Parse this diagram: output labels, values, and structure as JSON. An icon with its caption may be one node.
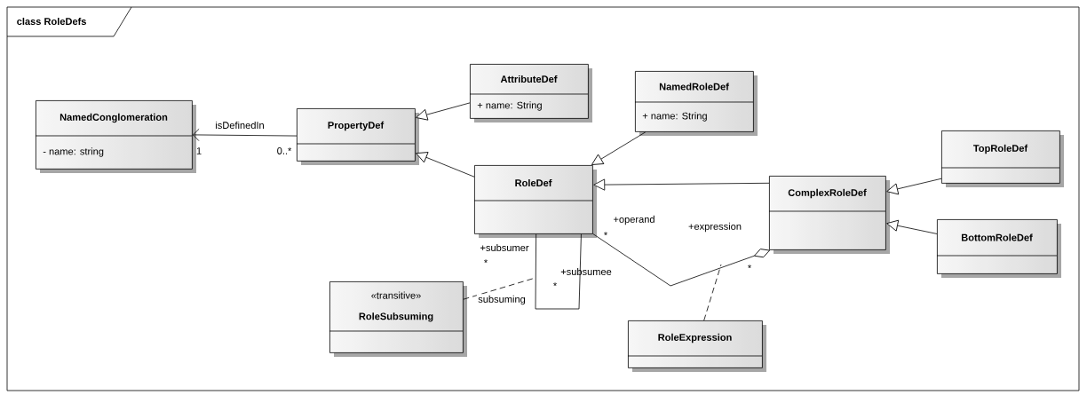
{
  "diagram": {
    "title": "class RoleDefs",
    "nodes": [
      {
        "text": [
          "NamedConglomeration",
          "- name: string"
        ]
      },
      {
        "text": [
          "PropertyDef"
        ]
      },
      {
        "text": [
          "AttributeDef",
          "+ name: String"
        ]
      },
      {
        "text": [
          "NamedRoleDef",
          "+ name: String"
        ]
      },
      {
        "text": [
          "RoleDef"
        ]
      },
      {
        "text": [
          "ComplexRoleDef"
        ]
      },
      {
        "text": [
          "TopRoleDef"
        ]
      },
      {
        "text": [
          "BottomRoleDef"
        ]
      },
      {
        "text": [
          "«transitive»",
          "RoleSubsuming"
        ]
      },
      {
        "text": [
          "RoleExpression"
        ]
      }
    ],
    "edges": [
      {
        "from": 1,
        "to": 0,
        "arrow": "to",
        "label": "isDefinedIn"
      },
      {
        "from": 2,
        "to": 1,
        "arrow": "to"
      },
      {
        "from": 4,
        "to": 1,
        "arrow": "to"
      },
      {
        "from": 3,
        "to": 4,
        "arrow": "to"
      },
      {
        "from": 5,
        "to": 4,
        "arrow": "to"
      },
      {
        "from": 6,
        "to": 5,
        "arrow": "to"
      },
      {
        "from": 7,
        "to": 5,
        "arrow": "to"
      },
      {
        "from": 4,
        "to": 4,
        "arrow": "none",
        "label": "subsuming"
      },
      {
        "from": 4,
        "to": 5,
        "arrow": "other"
      },
      {
        "from": 8,
        "to": null,
        "arrow": "none",
        "style": "dashed"
      },
      {
        "from": 9,
        "to": null,
        "arrow": "none",
        "style": "dashed"
      }
    ],
    "labels": [
      "1",
      "0..*",
      "+operand",
      "*",
      "+expression",
      "+subsumer",
      "*",
      "+subsumee",
      "*",
      "*"
    ]
  }
}
